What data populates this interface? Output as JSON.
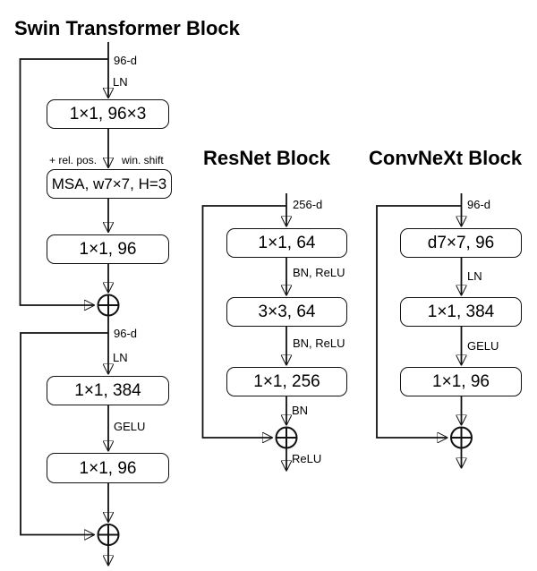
{
  "diagram": {
    "colors": {
      "line": "#111111",
      "background": "#ffffff",
      "text": "#000000"
    },
    "swin": {
      "title": "Swin Transformer Block",
      "input_dim": "96-d",
      "norm1": "LN",
      "conv1": "1×1, 96×3",
      "rel_pos": "+ rel. pos.",
      "win_shift": "win. shift",
      "msa": "MSA, w7×7, H=3",
      "conv2": "1×1, 96",
      "mid_dim": "96-d",
      "norm2": "LN",
      "conv3": "1×1, 384",
      "act": "GELU",
      "conv4": "1×1, 96"
    },
    "resnet": {
      "title": "ResNet Block",
      "input_dim": "256-d",
      "conv1": "1×1, 64",
      "post1": "BN, ReLU",
      "conv2": "3×3, 64",
      "post2": "BN, ReLU",
      "conv3": "1×1, 256",
      "post3": "BN",
      "post_add": "ReLU"
    },
    "convnext": {
      "title": "ConvNeXt Block",
      "input_dim": "96-d",
      "conv1": "d7×7, 96",
      "norm": "LN",
      "conv2": "1×1, 384",
      "act": "GELU",
      "conv3": "1×1, 96"
    }
  }
}
